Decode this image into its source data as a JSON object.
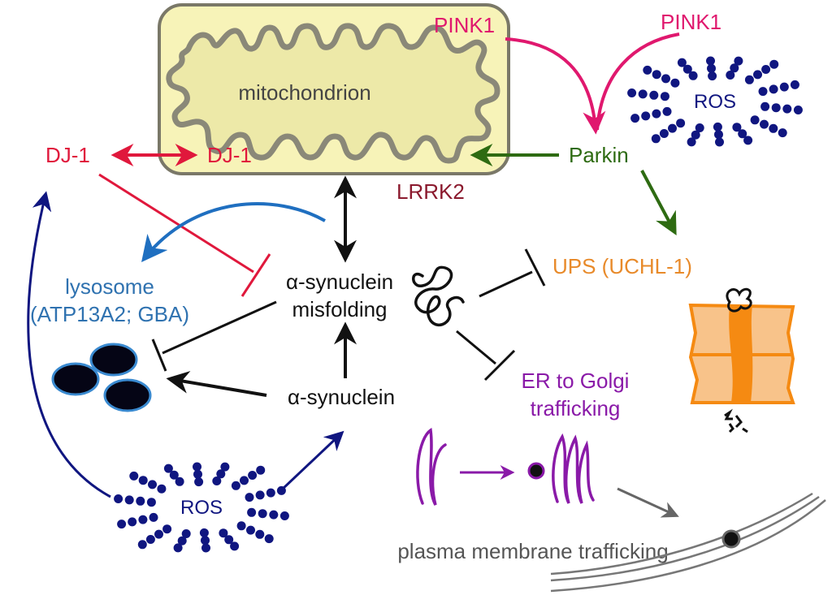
{
  "colors": {
    "dj1": "#e0183c",
    "pink1": "#e0186e",
    "parkin": "#2e6b12",
    "lrrk2": "#8b1a2e",
    "lysosome_text": "#2f72b0",
    "lysosome_arrow": "#1f6fc0",
    "ros": "#101680",
    "ups": "#e88a2a",
    "proteasome_light": "#f8c38a",
    "proteasome_dark": "#f58a12",
    "er_golgi": "#8a1aa8",
    "plasma": "#555555",
    "mito_fill": "#f7f3b8",
    "mito_stroke": "#7a7868",
    "black": "#111111"
  },
  "labels": {
    "mitochondrion": "mitochondrion",
    "pink1_inner": "PINK1",
    "pink1_outer": "PINK1",
    "ros_top": "ROS",
    "ros_bottom": "ROS",
    "parkin": "Parkin",
    "dj1_left": "DJ-1",
    "dj1_right": "DJ-1",
    "lrrk2": "LRRK2",
    "lysosome_line1": "lysosome",
    "lysosome_line2": "(ATP13A2; GBA)",
    "misfolding_line1": "α-synuclein",
    "misfolding_line2": "misfolding",
    "synuclein": "α-synuclein",
    "ups": "UPS (UCHL-1)",
    "er_golgi_line1": "ER to Golgi",
    "er_golgi_line2": "trafficking",
    "plasma_membrane": "plasma membrane trafficking"
  },
  "relations": [
    {
      "from": "PINK1 (mitochondrion)",
      "to": "Parkin",
      "type": "activates"
    },
    {
      "from": "PINK1",
      "to": "Parkin",
      "type": "activates"
    },
    {
      "from": "Parkin",
      "to": "mitochondrion",
      "type": "activates"
    },
    {
      "from": "Parkin",
      "to": "UPS (UCHL-1)",
      "type": "activates"
    },
    {
      "from": "DJ-1",
      "to": "DJ-1 (mitochondrion)",
      "type": "bidirectional"
    },
    {
      "from": "DJ-1",
      "to": "α-synuclein misfolding",
      "type": "inhibits"
    },
    {
      "from": "mitochondrion",
      "to": "α-synuclein misfolding",
      "type": "bidirectional"
    },
    {
      "from": "mitochondrion",
      "to": "lysosome",
      "type": "activates"
    },
    {
      "from": "α-synuclein misfolding",
      "to": "lysosome",
      "type": "inhibits"
    },
    {
      "from": "α-synuclein",
      "to": "lysosome",
      "type": "activates"
    },
    {
      "from": "α-synuclein",
      "to": "α-synuclein misfolding",
      "type": "activates"
    },
    {
      "from": "α-synuclein aggregate",
      "to": "UPS (UCHL-1)",
      "type": "inhibits"
    },
    {
      "from": "α-synuclein aggregate",
      "to": "ER to Golgi trafficking",
      "type": "inhibits"
    },
    {
      "from": "ROS",
      "to": "DJ-1",
      "type": "activates"
    },
    {
      "from": "ROS",
      "to": "α-synuclein",
      "type": "activates"
    },
    {
      "from": "Golgi",
      "to": "plasma membrane",
      "type": "trafficking"
    }
  ]
}
